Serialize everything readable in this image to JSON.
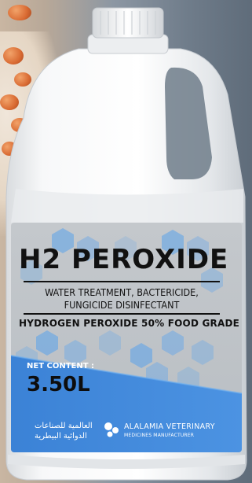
{
  "product": {
    "title": "H2 PEROXIDE",
    "subtitle_line1": "WATER TREATMENT, BACTERICIDE,",
    "subtitle_line2": "FUNGICIDE DISINFECTANT",
    "grade": "HYDROGEN PEROXIDE 50% FOOD GRADE",
    "net_content_label": "NET CONTENT :",
    "net_content_value": "3.50L"
  },
  "brand": {
    "arabic_line1": "العالمية للصناعات",
    "arabic_line2": "الدوائية البيطرية",
    "english_line1": "ALALAMIA VETERINARY",
    "english_line2": "MEDICINES MANUFACTURER"
  },
  "colors": {
    "label_gray": "#bfc3c7",
    "label_blue": "#3f86d8",
    "hex_blue": "#5aa3ec",
    "jug_white": "#f4f5f6"
  }
}
